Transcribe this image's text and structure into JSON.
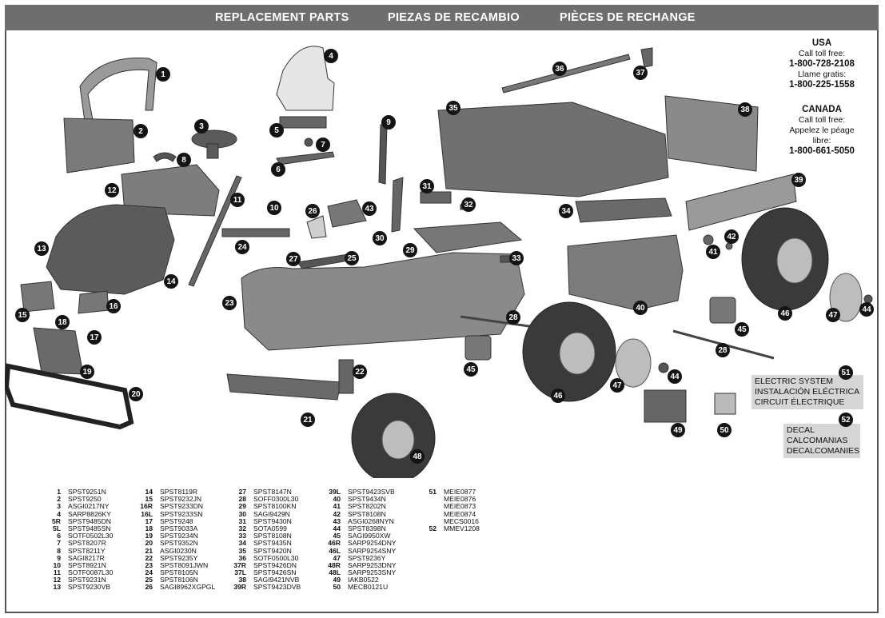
{
  "header": {
    "title_en": "REPLACEMENT PARTS",
    "title_es": "PIEZAS DE RECAMBIO",
    "title_fr": "PIÈCES DE RECHANGE"
  },
  "contact": {
    "usa": {
      "country": "USA",
      "line1": "Call toll free:",
      "phone1": "1-800-728-2108",
      "line2": "Llame gratis:",
      "phone2": "1-800-225-1558"
    },
    "canada": {
      "country": "CANADA",
      "line1": "Call toll free:",
      "line2": "Appelez le péage",
      "line3": "libre:",
      "phone": "1-800-661-5050"
    }
  },
  "callouts": {
    "electric": {
      "line1": "ELECTRIC SYSTEM",
      "line2": "INSTALACIÓN ELÉCTRICA",
      "line3": "CIRCUIT ÉLECTRIQUE",
      "num": "51"
    },
    "decal": {
      "line1": "DECAL",
      "line2": "CALCOMANIAS",
      "line3": "DECALCOMANIES",
      "num": "52"
    }
  },
  "diagram_labels": [
    {
      "id": "1",
      "label": "1"
    },
    {
      "id": "2",
      "label": "2"
    },
    {
      "id": "3",
      "label": "3"
    },
    {
      "id": "4",
      "label": "4"
    },
    {
      "id": "5",
      "label": "5"
    },
    {
      "id": "6",
      "label": "6"
    },
    {
      "id": "7",
      "label": "7"
    },
    {
      "id": "8",
      "label": "8"
    },
    {
      "id": "9",
      "label": "9"
    },
    {
      "id": "10",
      "label": "10"
    },
    {
      "id": "11",
      "label": "11"
    },
    {
      "id": "12",
      "label": "12"
    },
    {
      "id": "13",
      "label": "13"
    },
    {
      "id": "14",
      "label": "14"
    },
    {
      "id": "15",
      "label": "15"
    },
    {
      "id": "16",
      "label": "16"
    },
    {
      "id": "17",
      "label": "17"
    },
    {
      "id": "18",
      "label": "18"
    },
    {
      "id": "19",
      "label": "19"
    },
    {
      "id": "20",
      "label": "20"
    },
    {
      "id": "21",
      "label": "21"
    },
    {
      "id": "22",
      "label": "22"
    },
    {
      "id": "23",
      "label": "23"
    },
    {
      "id": "24",
      "label": "24"
    },
    {
      "id": "25",
      "label": "25"
    },
    {
      "id": "26",
      "label": "26"
    },
    {
      "id": "27",
      "label": "27"
    },
    {
      "id": "28a",
      "label": "28"
    },
    {
      "id": "28b",
      "label": "28"
    },
    {
      "id": "29",
      "label": "29"
    },
    {
      "id": "30",
      "label": "30"
    },
    {
      "id": "31",
      "label": "31"
    },
    {
      "id": "32",
      "label": "32"
    },
    {
      "id": "33",
      "label": "33"
    },
    {
      "id": "34",
      "label": "34"
    },
    {
      "id": "35",
      "label": "35"
    },
    {
      "id": "36",
      "label": "36"
    },
    {
      "id": "37",
      "label": "37"
    },
    {
      "id": "38",
      "label": "38"
    },
    {
      "id": "39",
      "label": "39"
    },
    {
      "id": "40",
      "label": "40"
    },
    {
      "id": "41",
      "label": "41"
    },
    {
      "id": "42",
      "label": "42"
    },
    {
      "id": "43",
      "label": "43"
    },
    {
      "id": "44a",
      "label": "44"
    },
    {
      "id": "44b",
      "label": "44"
    },
    {
      "id": "45a",
      "label": "45"
    },
    {
      "id": "45b",
      "label": "45"
    },
    {
      "id": "46a",
      "label": "46"
    },
    {
      "id": "46b",
      "label": "46"
    },
    {
      "id": "47a",
      "label": "47"
    },
    {
      "id": "47b",
      "label": "47"
    },
    {
      "id": "48",
      "label": "48"
    },
    {
      "id": "49",
      "label": "49"
    },
    {
      "id": "50",
      "label": "50"
    }
  ],
  "parts_columns": [
    [
      [
        "1",
        "SPST9251N"
      ],
      [
        "2",
        "SPST9250"
      ],
      [
        "3",
        "ASGI0217NY"
      ],
      [
        "4",
        "SARP8826KY"
      ],
      [
        "5R",
        "SPST9485DN"
      ],
      [
        "5L",
        "SPST9485SN"
      ],
      [
        "6",
        "SOTF0502L30"
      ],
      [
        "7",
        "SPST8207R"
      ],
      [
        "8",
        "SPST8211Y"
      ],
      [
        "9",
        "SAGI8217R"
      ],
      [
        "10",
        "SPST8921N"
      ],
      [
        "11",
        "SOTF0087L30"
      ],
      [
        "12",
        "SPST9231N"
      ],
      [
        "13",
        "SPST9230VB"
      ]
    ],
    [
      [
        "14",
        "SPST8119R"
      ],
      [
        "15",
        "SPST9232JN"
      ],
      [
        "16R",
        "SPST9233DN"
      ],
      [
        "16L",
        "SPST9233SN"
      ],
      [
        "17",
        "SPST9248"
      ],
      [
        "18",
        "SPST9033A"
      ],
      [
        "19",
        "SPST9234N"
      ],
      [
        "20",
        "SPST9352N"
      ],
      [
        "21",
        "ASGI0230N"
      ],
      [
        "22",
        "SPST9235Y"
      ],
      [
        "23",
        "SPST8091JWN"
      ],
      [
        "24",
        "SPST8105N"
      ],
      [
        "25",
        "SPST8106N"
      ],
      [
        "26",
        "SAGI8962XGPGL"
      ]
    ],
    [
      [
        "27",
        "SPST8147N"
      ],
      [
        "28",
        "SOFF0300L30"
      ],
      [
        "29",
        "SPST8100KN"
      ],
      [
        "30",
        "SAGI9429N"
      ],
      [
        "31",
        "SPST9430N"
      ],
      [
        "32",
        "SOTA0599"
      ],
      [
        "33",
        "SPST8108N"
      ],
      [
        "34",
        "SPST9435N"
      ],
      [
        "35",
        "SPST9420N"
      ],
      [
        "36",
        "SOTF0500L30"
      ],
      [
        "37R",
        "SPST9426DN"
      ],
      [
        "37L",
        "SPST9426SN"
      ],
      [
        "38",
        "SAGI9421NVB"
      ],
      [
        "39R",
        "SPST9423DVB"
      ]
    ],
    [
      [
        "39L",
        "SPST9423SVB"
      ],
      [
        "40",
        "SPST9434N"
      ],
      [
        "41",
        "SPST8202N"
      ],
      [
        "42",
        "SPST8108N"
      ],
      [
        "43",
        "ASGI0268NYN"
      ],
      [
        "44",
        "SPST8398N"
      ],
      [
        "45",
        "SAGI9950XW"
      ],
      [
        "46R",
        "SARP9254DNY"
      ],
      [
        "46L",
        "SARP9254SNY"
      ],
      [
        "47",
        "SPST9236Y"
      ],
      [
        "48R",
        "SARP9253DNY"
      ],
      [
        "48L",
        "SARP9253SNY"
      ],
      [
        "49",
        "IAKB0522"
      ],
      [
        "50",
        "MECB0121U"
      ]
    ],
    [
      [
        "51",
        "MEIE0877"
      ],
      [
        "",
        "MEIE0876"
      ],
      [
        "",
        "MEIE0873"
      ],
      [
        "",
        "MEIE0874"
      ],
      [
        "",
        "MECS0016"
      ],
      [
        "52",
        "MMEV1208"
      ]
    ]
  ]
}
